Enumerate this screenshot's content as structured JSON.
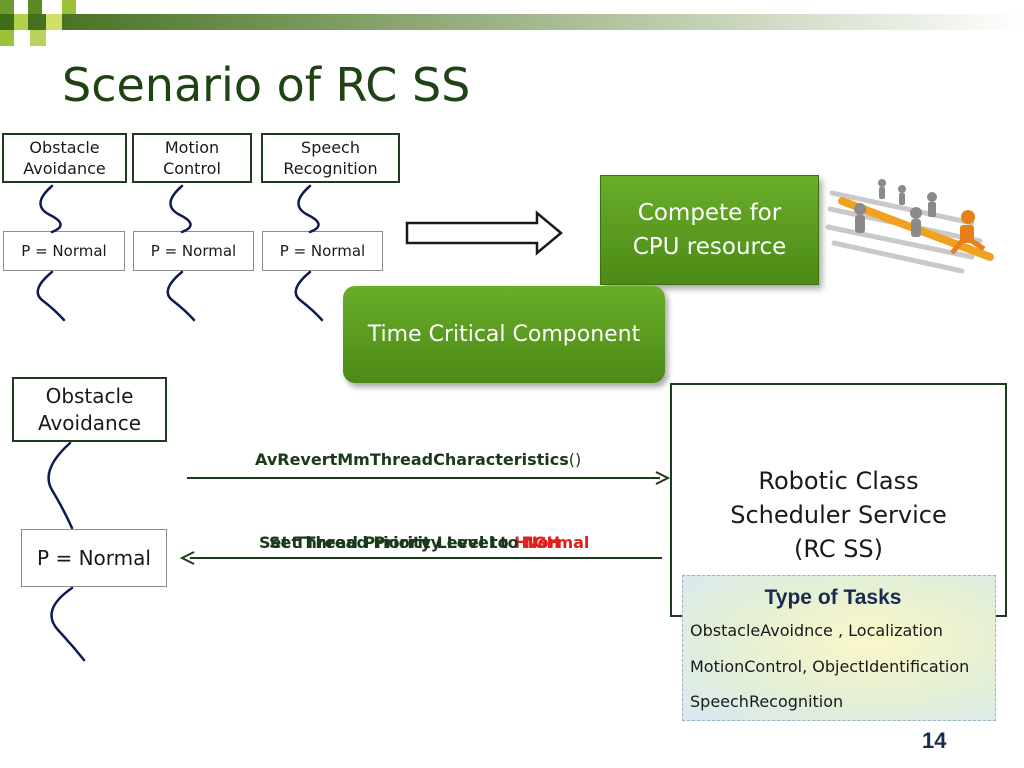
{
  "title": "Scenario of RC SS",
  "top_components": [
    {
      "name": "Obstacle\nAvoidance",
      "priority": "P = Normal"
    },
    {
      "name": "Motion\nControl",
      "priority": "P = Normal"
    },
    {
      "name": "Speech\nRecognition",
      "priority": "P = Normal"
    }
  ],
  "compete_label": "Compete for\nCPU resource",
  "time_critical_label": "Time Critical Component",
  "lower_component": {
    "name": "Obstacle\nAvoidance",
    "priority": "P = Normal"
  },
  "call_label": "AvRevertMmThreadCharacteristics",
  "call_suffix": "()",
  "reply_label_a": "Set Thread Priority Level to ",
  "reply_label_a_value": "HIGH",
  "reply_label_b": "Set Thread Priority Level to ",
  "reply_label_b_value": "Normal",
  "scheduler_label": "Robotic Class\nScheduler Service\n(RC SS)",
  "tasks": {
    "title": "Type of Tasks",
    "items": [
      "ObstacleAvoidnce , Localization",
      "MotionControl, ObjectIdentification",
      "SpeechRecognition"
    ]
  },
  "page_number": "14",
  "colors": {
    "title": "#1f4314",
    "accent_green": "#5b9b1f",
    "dark_border": "#1e3b1e",
    "highlight_red": "#e0201c"
  }
}
